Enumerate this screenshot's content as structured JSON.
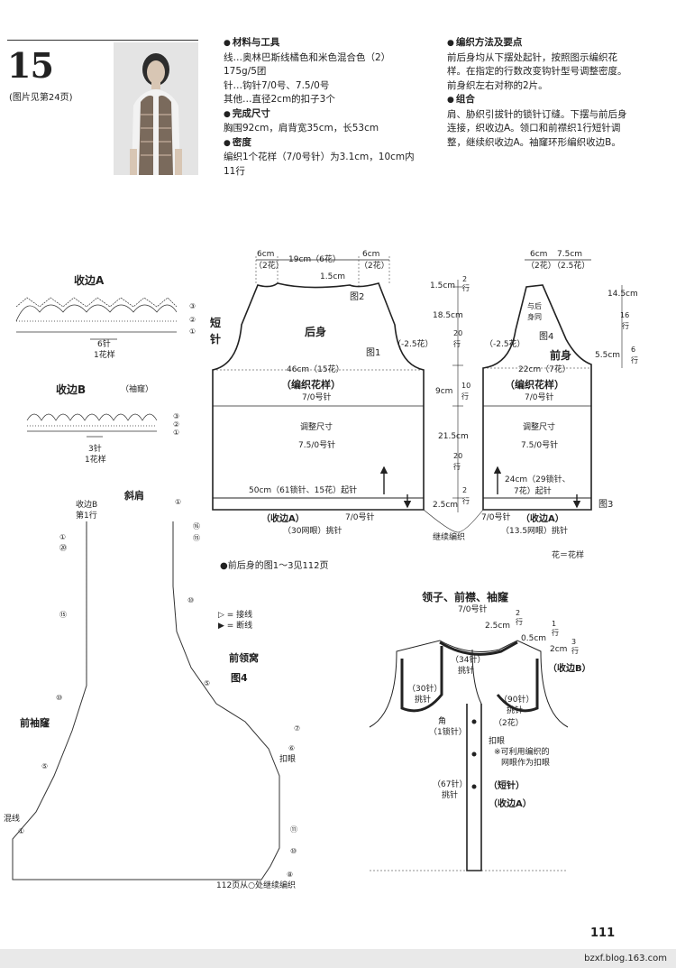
{
  "header": {
    "pattern_number": "15",
    "photo_ref": "(图片见第24页)"
  },
  "materials": {
    "heading": "材料与工具",
    "lines": [
      "线…奥林巴斯线橘色和米色混合色（2）",
      "175g/5团",
      "针…钩针7/0号、7.5/0号",
      "其他…直径2cm的扣子3个"
    ]
  },
  "size": {
    "heading": "完成尺寸",
    "lines": [
      "胸围92cm，肩背宽35cm，长53cm"
    ]
  },
  "gauge": {
    "heading": "密度",
    "lines": [
      "编织1个花样（7/0号针）为3.1cm，10cm内",
      "11行"
    ]
  },
  "method": {
    "heading": "编织方法及要点",
    "lines": [
      "前后身均从下摆处起针，按照图示编织花",
      "样。在指定的行数改变钩针型号调整密度。",
      "前身织左右对称的2片。"
    ]
  },
  "assembly": {
    "heading": "组合",
    "lines": [
      "肩、胁织引拔针的锁针订缝。下摆与前后身",
      "连接，织收边A。领口和前襟织1行短针调",
      "整，继续织收边A。袖窿环形编织收边B。"
    ]
  },
  "back_diagram": {
    "shoulder_left": "6cm",
    "shoulder_left_p": "（2花）",
    "neck": "19cm（6花）",
    "shoulder_right": "6cm",
    "shoulder_right_p": "（2花）",
    "neck_depth": "1.5cm",
    "fig2": "图2",
    "title": "后身",
    "fig1": "图1",
    "armhole_dec": "（-2.5花）",
    "bust": "46cm（15花）",
    "pattern": "（编织花样）",
    "hook1": "7/0号针",
    "adjust": "调整尺寸",
    "hook2": "7.5/0号针",
    "hem": "50cm（61锁针、15花）起针",
    "edge_a": "（收边A）",
    "hook3": "7/0号针",
    "pickup": "（30网眼）挑针"
  },
  "side_dims": {
    "d1": "1.5cm",
    "d1r": "2",
    "d1u": "行",
    "d2": "18.5cm",
    "d2r": "20",
    "d2u": "行",
    "d3": "9cm",
    "d3r": "10",
    "d3u": "行",
    "d4": "21.5cm",
    "d4r": "20",
    "d4u": "行",
    "d5": "2.5cm",
    "d5r": "2",
    "d5u": "行"
  },
  "front_diagram": {
    "shoulder": "6cm",
    "shoulder_p": "（2花）",
    "neck": "7.5cm",
    "neck_p": "（2.5花）",
    "same_as_back_1": "与后",
    "same_as_back_2": "身同",
    "fig4": "图4",
    "title": "前身",
    "armhole_dec": "（-2.5花）",
    "bust": "22cm（7花）",
    "pattern": "（编织花样）",
    "hook1": "7/0号针",
    "adjust": "调整尺寸",
    "hook2": "7.5/0号针",
    "hem1": "24cm（29锁针、",
    "hem2": "7花）起针",
    "fig3": "图3",
    "edge_a": "（收边A）",
    "hook3": "7/0号针",
    "pickup": "（13.5网眼）挑针",
    "neck_depth": "14.5cm",
    "neck_rows": "16",
    "neck_rows_u": "行",
    "slope": "5.5cm",
    "slope_rows": "6",
    "slope_rows_u": "行"
  },
  "continue_text": "继续编织",
  "legend_flower": "花＝花样",
  "note_figs": "●前后身的图1～3见112页",
  "edge_a_chart": {
    "title": "收边A",
    "short_1": "短",
    "short_2": "针",
    "repeat1": "6针",
    "repeat2": "1花样",
    "row1": "①",
    "row2": "②",
    "row3": "③"
  },
  "edge_b_chart": {
    "title": "收边B",
    "sub": "（袖窿）",
    "repeat1": "3针",
    "repeat2": "1花样",
    "row1": "①",
    "row2": "②",
    "row3": "③"
  },
  "chart4": {
    "slant": "斜肩",
    "edge_b_1": "收边B",
    "edge_b_2": "第1行",
    "legend_join": "▷ = 接线",
    "legend_cut": "▶ = 断线",
    "front_neck": "前领窝",
    "fig4": "图4",
    "front_armhole": "前袖窿",
    "join_label": "混线",
    "buttonhole": "扣眼",
    "continue": "112页从○处继续编织",
    "r1": "①",
    "r5": "⑤",
    "r6": "⑥",
    "r7": "⑦",
    "r8": "⑧",
    "r10": "⑩",
    "r11": "⑪",
    "r15": "⑮",
    "r16": "⑯",
    "r20": "⑳"
  },
  "collar": {
    "title": "领子、前襟、袖窿",
    "hook": "7/0号针",
    "w1": "2.5cm",
    "w1r": "2",
    "w1u": "行",
    "w2": "0.5cm",
    "w2r": "1",
    "w2u": "行",
    "w3": "2cm",
    "w3r": "3",
    "w3u": "行",
    "back_neck_1": "（34针）",
    "back_neck_2": "挑针",
    "edge_b": "（收边B）",
    "side_neck_1": "（30针）",
    "side_neck_2": "挑针",
    "armhole_1": "（90针）",
    "armhole_2": "挑针",
    "corner_1": "角",
    "corner_2": "（1锁针）",
    "buttons": "（2花）",
    "buttonhole": "扣眼",
    "note1": "※可利用编织的",
    "note2": "网眼作为扣眼",
    "front_1": "（67针）",
    "front_2": "挑针",
    "short": "（短针）",
    "edge_a": "（收边A）"
  },
  "page_number": "111",
  "footer_url": "bzxf.blog.163.com"
}
